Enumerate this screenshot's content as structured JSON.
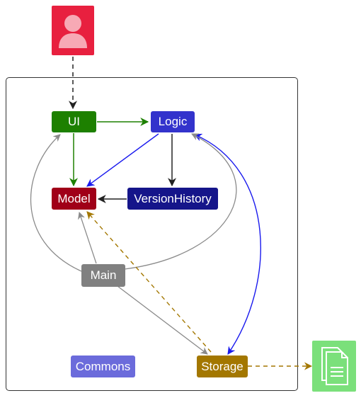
{
  "nodes": {
    "ui": "UI",
    "logic": "Logic",
    "model": "Model",
    "version_history": "VersionHistory",
    "main": "Main",
    "commons": "Commons",
    "storage": "Storage"
  },
  "colors": {
    "ui": "#1d8000",
    "logic": "#3333cc",
    "model": "#a00018",
    "version_history": "#15158a",
    "main": "#808080",
    "commons": "#6b6bdb",
    "storage": "#a37700",
    "actor": "#e8203f",
    "document": "#7be07b",
    "frame": "#333333"
  },
  "icons": {
    "actor": "user-icon",
    "document": "file-document-icon"
  }
}
